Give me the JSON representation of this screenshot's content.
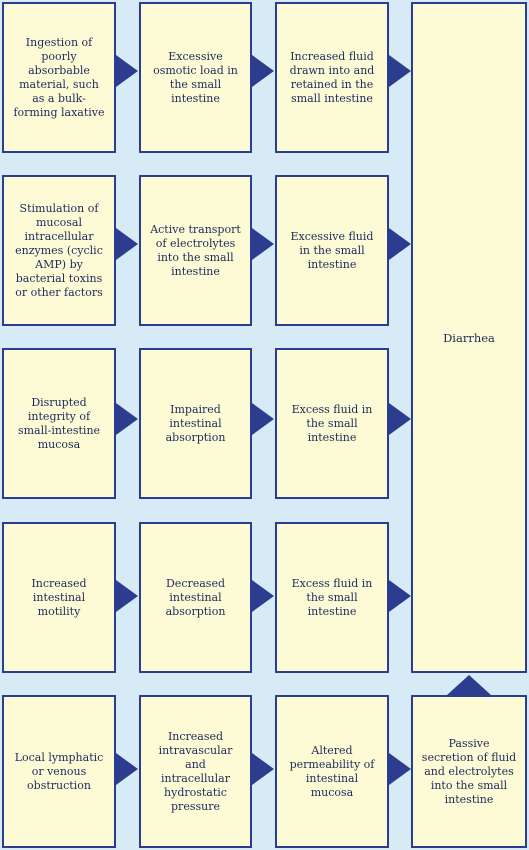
{
  "rows": [
    {
      "cause": "Ingestion of poorly absorbable material, such as a bulk-forming laxative",
      "step1": "Excessive osmotic load in the small intestine",
      "step2": "Increased fluid drawn into and retained in the small intestine"
    },
    {
      "cause": "Stimulation of mucosal intracellular enzymes (cyclic AMP) by bacterial toxins or other factors",
      "step1": "Active transport of electrolytes into the small intestine",
      "step2": "Excessive fluid in the small intestine"
    },
    {
      "cause": "Disrupted integrity of small-intestine mucosa",
      "step1": "Impaired intestinal absorption",
      "step2": "Excess fluid in the small intestine"
    },
    {
      "cause": "Increased intestinal motility",
      "step1": "Decreased intestinal absorption",
      "step2": "Excess fluid in the small intestine"
    },
    {
      "cause": "Local lymphatic or venous obstruction",
      "step1": "Increased intravascular and intracellular hydrostatic pressure",
      "step2": "Altered permeability of intestinal mucosa",
      "step3": "Passive secretion of fluid and electrolytes into the small intestine"
    }
  ],
  "outcome": "Diarrhea",
  "colors": {
    "background": "#d6ebf6",
    "box_fill": "#fdfbd5",
    "border_and_arrows": "#2c3d8f",
    "text": "#1e2a5a"
  }
}
